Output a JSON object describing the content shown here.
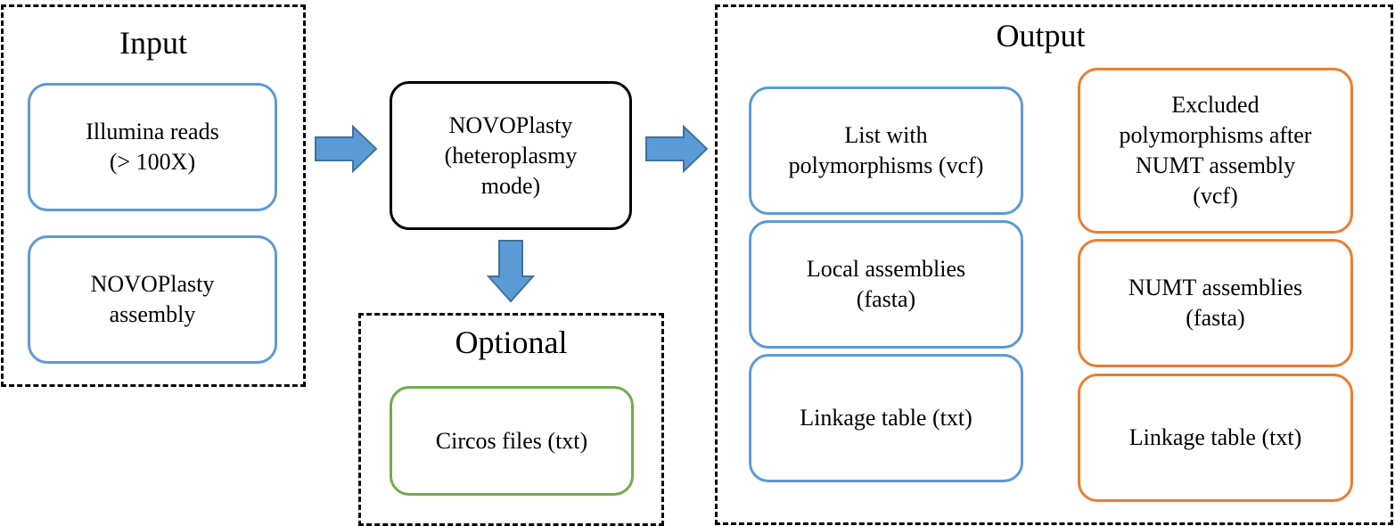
{
  "colors": {
    "input_border": "#5b9bd5",
    "process_border": "#000000",
    "optional_border": "#70ad47",
    "output_primary_border": "#5b9bd5",
    "output_numt_border": "#ed7d31",
    "arrow_fill": "#5b9bd5",
    "arrow_stroke": "#41719c"
  },
  "input": {
    "title": "Input",
    "items": [
      "Illumina reads\n(> 100X)",
      "NOVOPlasty\nassembly"
    ]
  },
  "process": {
    "label": "NOVOPlasty\n(heteroplasmy\nmode)"
  },
  "optional": {
    "title": "Optional",
    "items": [
      "Circos files (txt)"
    ]
  },
  "output": {
    "title": "Output",
    "primary_items": [
      "List with\npolymorphisms (vcf)",
      "Local assemblies\n(fasta)",
      "Linkage table (txt)"
    ],
    "numt_items": [
      "Excluded\npolymorphisms after\nNUMT assembly\n(vcf)",
      "NUMT assemblies\n(fasta)",
      "Linkage table (txt)"
    ]
  },
  "arrows": [
    "right-arrow",
    "right-arrow",
    "down-arrow"
  ]
}
